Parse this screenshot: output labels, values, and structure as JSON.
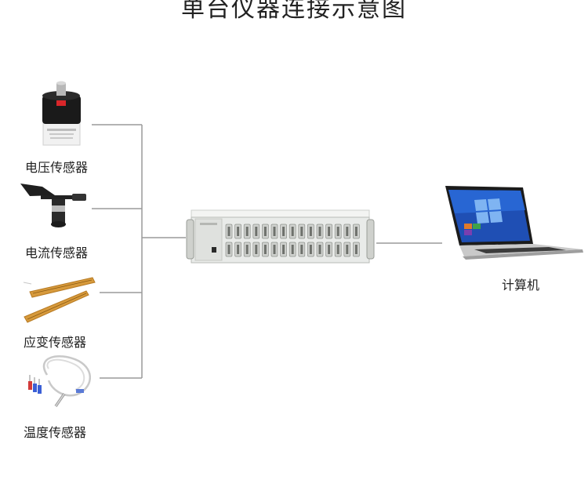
{
  "title": "单台仪器连接示意图",
  "sensors": [
    {
      "label": "电压传感器",
      "icon": "voltage-sensor-icon"
    },
    {
      "label": "电流传感器",
      "icon": "wind-sensor-icon"
    },
    {
      "label": "应变传感器",
      "icon": "strain-gauge-icon"
    },
    {
      "label": "温度传感器",
      "icon": "temperature-probe-icon"
    }
  ],
  "instrument": {
    "icon": "rack-instrument-icon"
  },
  "computer": {
    "label": "计算机",
    "icon": "laptop-icon"
  },
  "colors": {
    "line": "#9a9a9a",
    "chassis": "#e9ebe9",
    "screen": "#1f4fb4"
  }
}
